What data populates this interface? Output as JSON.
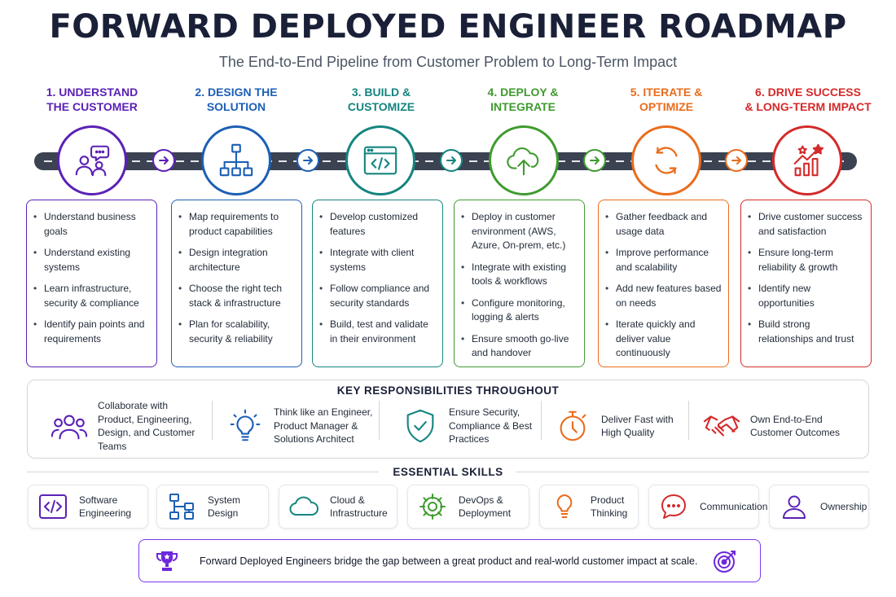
{
  "title": "FORWARD DEPLOYED ENGINEER ROADMAP",
  "subtitle": "The End-to-End Pipeline from Customer Problem to Long-Term Impact",
  "steps": [
    {
      "line1": "1. UNDERSTAND",
      "line2": "THE CUSTOMER",
      "color": "#5b21b6",
      "icon": "users-chat-icon",
      "items": [
        "Understand business goals",
        "Understand existing systems",
        "Learn infrastructure, security & compliance",
        "Identify pain points and requirements"
      ]
    },
    {
      "line1": "2. DESIGN THE",
      "line2": "SOLUTION",
      "color": "#1d5fb5",
      "icon": "hierarchy-icon",
      "items": [
        "Map requirements to product capabilities",
        "Design integration architecture",
        "Choose the right tech stack & infrastructure",
        "Plan for scalability, security & reliability"
      ]
    },
    {
      "line1": "3. BUILD &",
      "line2": "CUSTOMIZE",
      "color": "#14857f",
      "icon": "code-window-icon",
      "items": [
        "Develop customized features",
        "Integrate with client systems",
        "Follow compliance and security standards",
        "Build, test and validate in their environment"
      ]
    },
    {
      "line1": "4. DEPLOY &",
      "line2": "INTEGRATE",
      "color": "#3f9b2f",
      "icon": "cloud-upload-icon",
      "items": [
        "Deploy in customer environment (AWS, Azure, On-prem, etc.)",
        "Integrate with existing tools & workflows",
        "Configure monitoring, logging & alerts",
        "Ensure smooth go-live and handover"
      ]
    },
    {
      "line1": "5. ITERATE &",
      "line2": "OPTIMIZE",
      "color": "#ea6c1c",
      "icon": "refresh-cycle-icon",
      "items": [
        "Gather feedback and usage data",
        "Improve performance and scalability",
        "Add new features based on needs",
        "Iterate quickly and deliver value continuously"
      ]
    },
    {
      "line1": "6. DRIVE SUCCESS",
      "line2": "& LONG-TERM IMPACT",
      "color": "#d42a2a",
      "icon": "growth-chart-icon",
      "items": [
        "Drive customer success and satisfaction",
        "Ensure long-term reliability & growth",
        "Identify new opportunities",
        "Build strong relationships and trust"
      ]
    }
  ],
  "responsibilities": {
    "heading": "KEY RESPONSIBILITIES THROUGHOUT",
    "items": [
      {
        "lines": [
          "Collaborate with",
          "Product, Engineering,",
          "Design, and Customer",
          "Teams"
        ],
        "icon": "team-icon",
        "color": "#5b21b6"
      },
      {
        "lines": [
          "Think like an Engineer,",
          "Product Manager &",
          "Solutions Architect"
        ],
        "icon": "lightbulb-icon",
        "color": "#1d5fb5"
      },
      {
        "lines": [
          "Ensure Security,",
          "Compliance & Best",
          "Practices"
        ],
        "icon": "shield-check-icon",
        "color": "#14857f"
      },
      {
        "lines": [
          "Deliver Fast with",
          "High Quality"
        ],
        "icon": "stopwatch-icon",
        "color": "#ea6c1c"
      },
      {
        "lines": [
          "Own End-to-End",
          "Customer Outcomes"
        ],
        "icon": "handshake-icon",
        "color": "#d42a2a"
      }
    ]
  },
  "skills": {
    "heading": "ESSENTIAL SKILLS",
    "items": [
      {
        "lines": [
          "Software",
          "Engineering"
        ],
        "icon": "code-icon",
        "color": "#5b21b6"
      },
      {
        "lines": [
          "System",
          "Design"
        ],
        "icon": "system-diagram-icon",
        "color": "#1d5fb5"
      },
      {
        "lines": [
          "Cloud &",
          "Infrastructure"
        ],
        "icon": "cloud-icon",
        "color": "#14857f"
      },
      {
        "lines": [
          "DevOps &",
          "Deployment"
        ],
        "icon": "gear-icon",
        "color": "#3f9b2f"
      },
      {
        "lines": [
          "Product",
          "Thinking"
        ],
        "icon": "bulb-icon",
        "color": "#ea6c1c"
      },
      {
        "lines": [
          "Communication"
        ],
        "icon": "chat-bubble-icon",
        "color": "#d42a2a"
      },
      {
        "lines": [
          "Ownership"
        ],
        "icon": "person-icon",
        "color": "#5b21b6"
      }
    ]
  },
  "footer": {
    "text": "Forward Deployed Engineers bridge the gap between a great product and real-world customer impact at scale.",
    "icon_left": "trophy-icon",
    "icon_right": "target-icon",
    "color": "#5b21b6"
  }
}
